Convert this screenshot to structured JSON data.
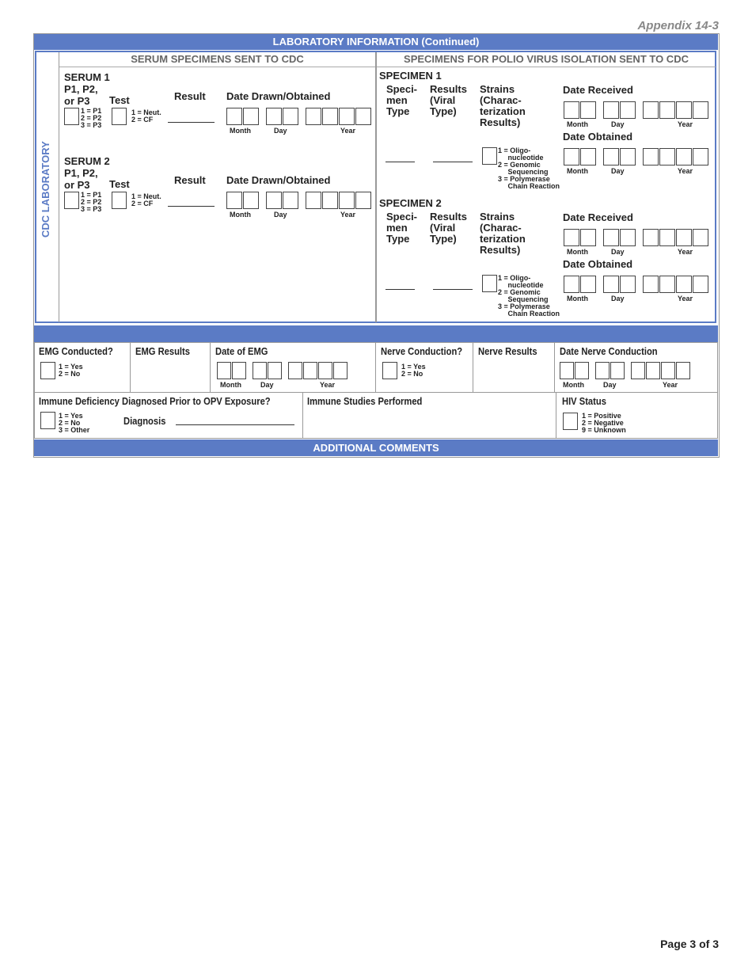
{
  "appendix": "Appendix 14-3",
  "header": "LABORATORY INFORMATION (Continued)",
  "side_label": "CDC LABORATORY",
  "serum": {
    "title": "SERUM SPECIMENS SENT TO CDC",
    "items": [
      {
        "name": "SERUM 1"
      },
      {
        "name": "SERUM 2"
      }
    ],
    "p_label": "P1, P2,\nor P3",
    "p_options": [
      "1 = P1",
      "2 = P2",
      "3 = P3"
    ],
    "test_label": "Test",
    "test_options": [
      "1 = Neut.",
      "2 = CF"
    ],
    "result_label": "Result",
    "date_label": "Date Drawn/Obtained"
  },
  "polio": {
    "title": "SPECIMENS FOR POLIO VIRUS ISOLATION SENT TO CDC",
    "items": [
      {
        "name": "SPECIMEN 1"
      },
      {
        "name": "SPECIMEN 2"
      }
    ],
    "type_label": "Speci-\nmen\nType",
    "results_label": "Results\n(Viral\nType)",
    "strains_label": "Strains\n(Charac-\nterization\nResults)",
    "strain_options": [
      "1 = Oligo-\n     nucleotide",
      "2 = Genomic\n     Sequencing",
      "3 = Polymerase\n     Chain Reaction"
    ],
    "date_received": "Date Received",
    "date_obtained": "Date Obtained"
  },
  "date_parts": [
    "Month",
    "Day",
    "Year"
  ],
  "emg": {
    "conducted": "EMG Conducted?",
    "results": "EMG Results",
    "date": "Date of EMG",
    "options": [
      "1 = Yes",
      "2 = No"
    ]
  },
  "nerve": {
    "conducted": "Nerve Conduction?",
    "results": "Nerve Results",
    "date": "Date Nerve Conduction",
    "options": [
      "1 = Yes",
      "2 = No"
    ]
  },
  "immune": {
    "question": "Immune Deficiency Diagnosed Prior to OPV Exposure?",
    "options": [
      "1 = Yes",
      "2 = No",
      "3 = Other"
    ],
    "diagnosis": "Diagnosis",
    "studies": "Immune Studies Performed"
  },
  "hiv": {
    "label": "HIV Status",
    "options": [
      "1 = Positive",
      "2 = Negative",
      "9 = Unknown"
    ]
  },
  "comments": "ADDITIONAL COMMENTS",
  "page": "Page 3 of 3",
  "colors": {
    "accent": "#5b7bc5"
  }
}
